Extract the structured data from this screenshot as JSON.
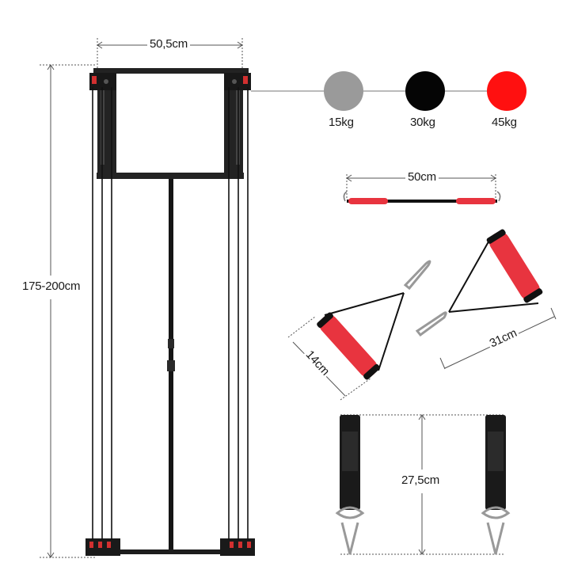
{
  "frame": {
    "width_label": "50,5cm",
    "height_label": "175-200cm"
  },
  "bands": [
    {
      "label": "15kg",
      "color": "#9a9a9a"
    },
    {
      "label": "30kg",
      "color": "#050505"
    },
    {
      "label": "45kg",
      "color": "#ff1010"
    }
  ],
  "bar": {
    "length_label": "50cm"
  },
  "handle_small": {
    "width_label": "14cm"
  },
  "handle_large": {
    "length_label": "31cm"
  },
  "straps": {
    "length_label": "27,5cm"
  },
  "colors": {
    "foam": "#e8343f",
    "frame": "#1c1c1c",
    "dim_line": "#555555",
    "cable": "#111111"
  }
}
